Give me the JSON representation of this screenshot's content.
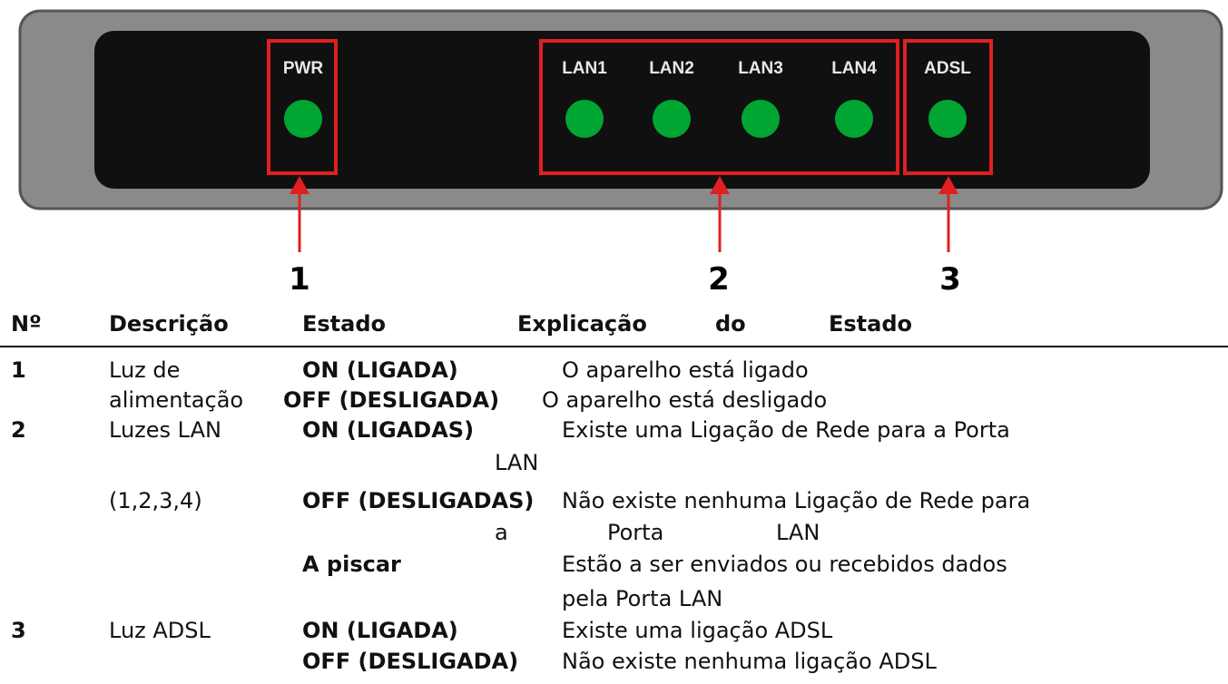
{
  "device": {
    "leds": [
      {
        "label": "PWR",
        "color": "#00a631"
      },
      {
        "label": "LAN1",
        "color": "#00a631"
      },
      {
        "label": "LAN2",
        "color": "#00a631"
      },
      {
        "label": "LAN3",
        "color": "#00a631"
      },
      {
        "label": "LAN4",
        "color": "#00a631"
      },
      {
        "label": "ADSL",
        "color": "#00a631"
      }
    ],
    "highlight_color": "#e02020",
    "panel_color": "#101010",
    "bezel_color": "#8a8a8a"
  },
  "callouts": [
    "1",
    "2",
    "3"
  ],
  "table": {
    "headers": [
      "Nº",
      "Descrição",
      "Estado",
      "Explicação",
      "do",
      "Estado"
    ],
    "rows": {
      "r1_num": "1",
      "r1_desc_a": "Luz de",
      "r1_desc_b": "alimentação",
      "r1_state_on": "ON (LIGADA)",
      "r1_expl_on": "O aparelho está ligado",
      "r1_state_off": "OFF (DESLIGADA)",
      "r1_expl_off": "O aparelho está desligado",
      "r2_num": "2",
      "r2_desc_a": "Luzes LAN",
      "r2_desc_b": "(1,2,3,4)",
      "r2_state_on": "ON (LIGADAS)",
      "r2_expl_on": "Existe uma Ligação de Rede para a Porta",
      "r2_expl_on_wrap": "LAN",
      "r2_state_off": "OFF (DESLIGADAS)",
      "r2_expl_off": "Não existe nenhuma Ligação de Rede para",
      "r2_expl_off_wrap_a": "a",
      "r2_expl_off_wrap_b": "Porta",
      "r2_expl_off_wrap_c": "LAN",
      "r2_state_blink": "A piscar",
      "r2_expl_blink": "Estão a ser enviados ou recebidos dados",
      "r2_expl_blink_wrap": "pela Porta LAN",
      "r3_num": "3",
      "r3_desc": "Luz ADSL",
      "r3_state_on": "ON (LIGADA)",
      "r3_expl_on": "Existe uma ligação ADSL",
      "r3_state_off": "OFF (DESLIGADA)",
      "r3_expl_off": "Não existe nenhuma ligação ADSL"
    }
  }
}
